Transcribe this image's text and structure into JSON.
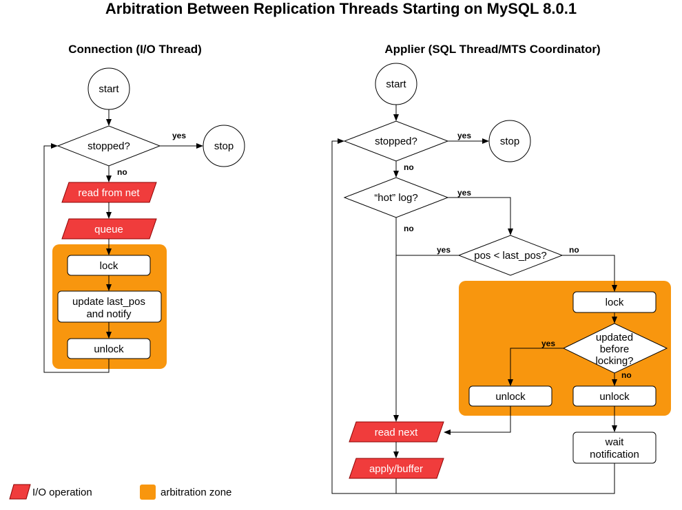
{
  "title": "Arbitration Between Replication Threads Starting on MySQL 8.0.1",
  "connection": {
    "heading": "Connection (I/O Thread)",
    "start": "start",
    "stopped": "stopped?",
    "stop": "stop",
    "yes": "yes",
    "no": "no",
    "read_from_net": "read from net",
    "queue": "queue",
    "lock": "lock",
    "update_line1": "update last_pos",
    "update_line2": "and notify",
    "unlock": "unlock"
  },
  "applier": {
    "heading": "Applier (SQL Thread/MTS Coordinator)",
    "start": "start",
    "stopped": "stopped?",
    "stop": "stop",
    "stopped_yes": "yes",
    "stopped_no": "no",
    "hot_log": "“hot” log?",
    "hot_yes": "yes",
    "hot_no": "no",
    "pos_check": "pos < last_pos?",
    "pos_yes": "yes",
    "pos_no": "no",
    "lock": "lock",
    "updated_line1": "updated",
    "updated_line2": "before",
    "updated_line3": "locking?",
    "updated_yes": "yes",
    "updated_no": "no",
    "unlock_left": "unlock",
    "unlock_right": "unlock",
    "read_next": "read next",
    "apply_buffer": "apply/buffer",
    "wait_line1": "wait",
    "wait_line2": "notification"
  },
  "legend": {
    "io_operation": "I/O operation",
    "arbitration_zone": "arbitration zone"
  },
  "colors": {
    "io_fill": "#f03c3c",
    "zone_fill": "#f8960e"
  }
}
